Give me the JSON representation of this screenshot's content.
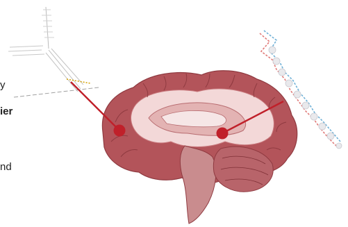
{
  "text_fragments": [
    "y",
    "ier",
    "nd"
  ],
  "colors": {
    "pointer": "#c0202a",
    "cortex": "#b3545a",
    "cortex_dark": "#8f3a40",
    "inner": "#f3d8d8",
    "mid": "#e3b3b3",
    "gyri": "#c97a7e",
    "stem": "#c98c8e",
    "cerebellum": "#b8646a",
    "strand_red": "#e07a78",
    "strand_blue": "#6fb0d6",
    "bead": "#e9e9ec",
    "sketch": "#9a9a9a"
  },
  "icons": [
    "brain-illustration",
    "molecule-strand",
    "sketch-lines"
  ]
}
